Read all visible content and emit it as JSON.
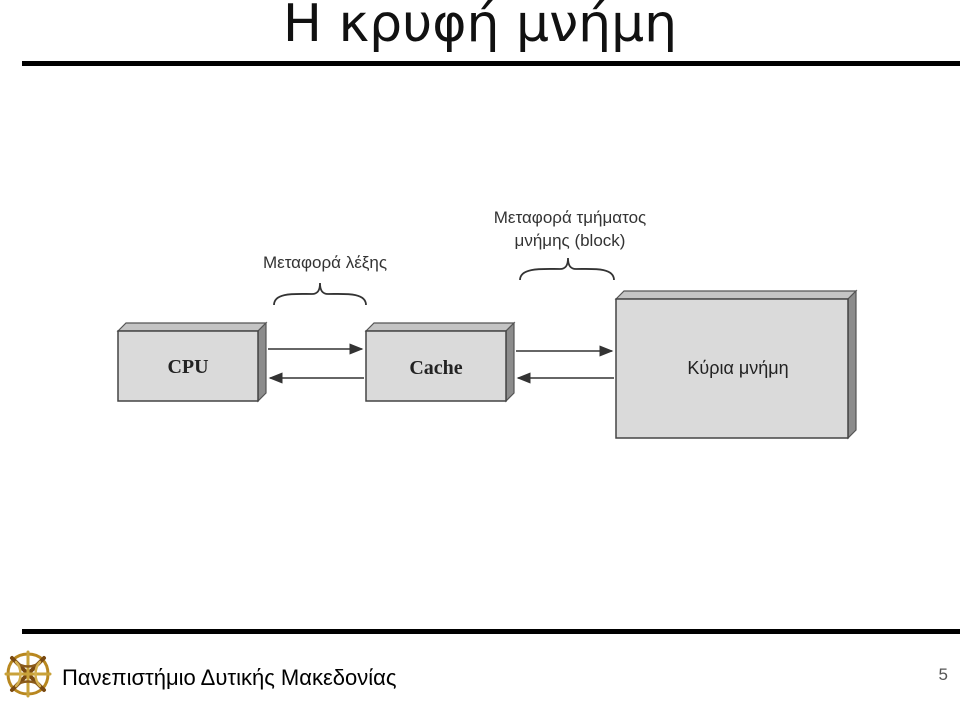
{
  "slide": {
    "title": "Η κρυφή μνήμη",
    "page_number": "5"
  },
  "footer": {
    "institution": "Πανεπιστήμιο Δυτικής Μακεδονίας",
    "logo_icon": "university-logo-icon"
  },
  "diagram": {
    "nodes": {
      "cpu": "CPU",
      "cache": "Cache",
      "main_memory": "Κύρια μνήμη"
    },
    "labels": {
      "word_transfer": "Μεταφορά λέξης",
      "block_transfer_line1": "Μεταφορά τμήματος",
      "block_transfer_line2": "μνήμης (block)"
    },
    "colors": {
      "box_face": "#dadada",
      "box_top": "#c4c4c4",
      "box_side": "#8c8c8c",
      "stroke": "#444444"
    }
  }
}
